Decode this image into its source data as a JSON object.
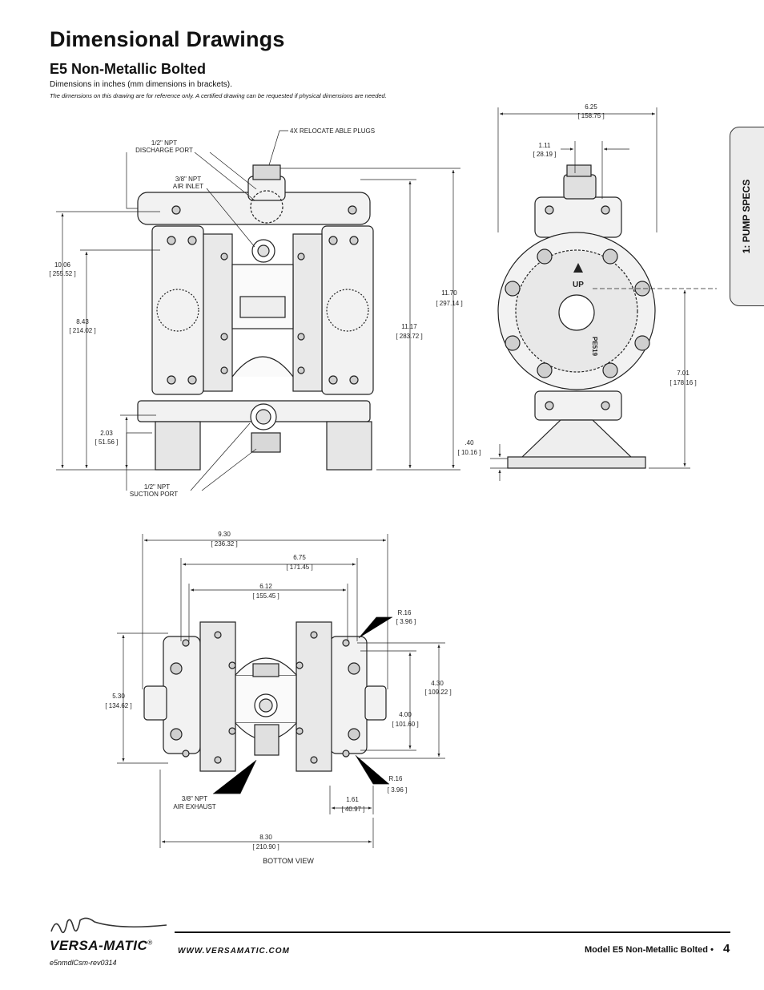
{
  "header": {
    "title": "Dimensional Drawings",
    "subtitle": "E5 Non-Metallic Bolted",
    "units_note": "Dimensions in inches (mm dimensions in brackets).",
    "reference_note": "The dimensions on this drawing are for reference only.  A certified drawing can be requested if physical dimensions are needed."
  },
  "side_tab": {
    "label": "1: PUMP SPECS"
  },
  "front_view": {
    "labels": {
      "plugs": "4X RELOCATE ABLE PLUGS",
      "discharge_1": "1/2\" NPT",
      "discharge_2": "DISCHARGE PORT",
      "air_inlet_1": "3/8\" NPT",
      "air_inlet_2": "AIR INLET",
      "suction_1": "1/2\" NPT",
      "suction_2": "SUCTION PORT"
    },
    "dims": [
      {
        "in": "10.06",
        "mm": "[ 255.52 ]"
      },
      {
        "in": "8.43",
        "mm": "[ 214.02 ]"
      },
      {
        "in": "2.03",
        "mm": "[ 51.56 ]"
      },
      {
        "in": "11.70",
        "mm": "[ 297.14 ]"
      },
      {
        "in": "11.17",
        "mm": "[ 283.72 ]"
      }
    ]
  },
  "side_view": {
    "dims": [
      {
        "in": "6.25",
        "mm": "[ 158.75 ]"
      },
      {
        "in": "1.11",
        "mm": "[ 28.19 ]"
      },
      {
        "in": "7.01",
        "mm": "[ 178.16 ]"
      },
      {
        "in": ".40",
        "mm": "[ 10.16 ]"
      }
    ],
    "markings": {
      "up": "UP",
      "part": "PE519"
    }
  },
  "bottom_view": {
    "caption": "BOTTOM VIEW",
    "labels": {
      "exhaust_1": "3/8\" NPT",
      "exhaust_2": "AIR EXHAUST"
    },
    "dims": [
      {
        "in": "9.30",
        "mm": "[ 236.32 ]"
      },
      {
        "in": "6.75",
        "mm": "[ 171.45 ]"
      },
      {
        "in": "6.12",
        "mm": "[ 155.45 ]"
      },
      {
        "in": "R.16",
        "mm": "[ 3.96 ]"
      },
      {
        "in": "4.30",
        "mm": "[ 109.22 ]"
      },
      {
        "in": "4.00",
        "mm": "[ 101.60 ]"
      },
      {
        "in": "5.30",
        "mm": "[ 134.62 ]"
      },
      {
        "in": "R.16",
        "mm": "[ 3.96 ]"
      },
      {
        "in": "1.61",
        "mm": "[ 40.97 ]"
      },
      {
        "in": "8.30",
        "mm": "[ 210.90 ]"
      }
    ]
  },
  "footer": {
    "brand": "VERSA-MATIC",
    "registered": "®",
    "website": "WWW.VERSAMATIC.COM",
    "model": "Model E5 Non-Metallic Bolted •",
    "page_number": "4",
    "doc_code": "e5nmdlCsm-rev0314"
  }
}
